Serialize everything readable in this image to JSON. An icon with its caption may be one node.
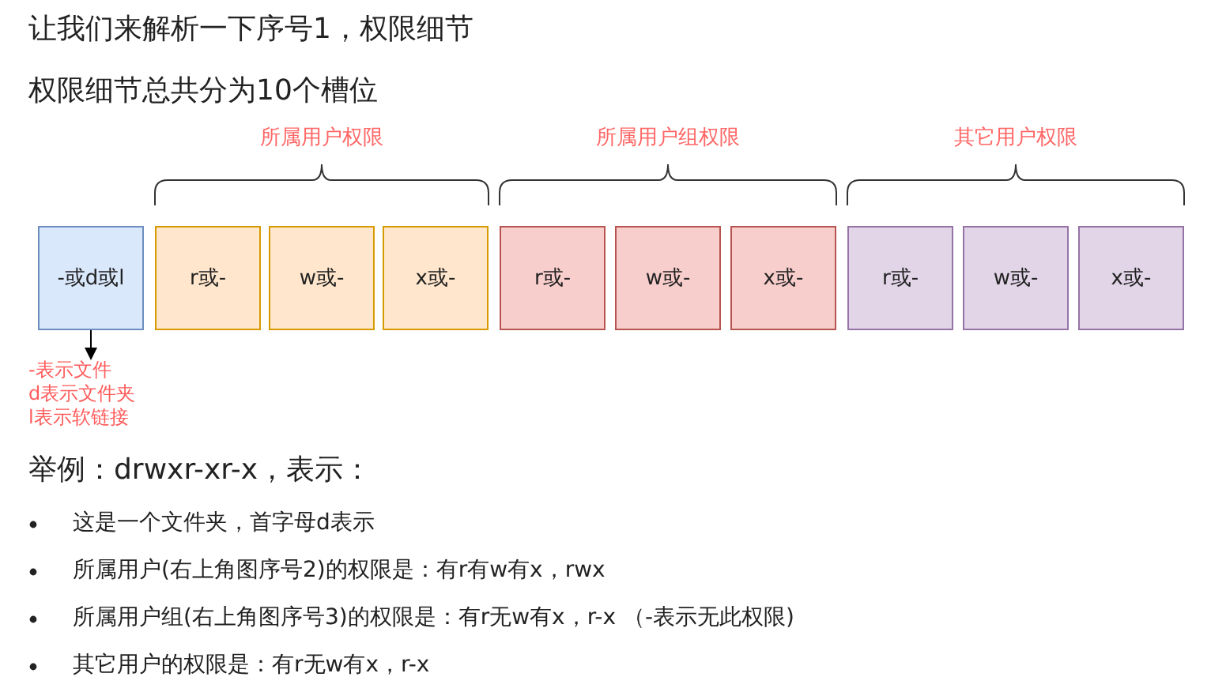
{
  "diagram": {
    "title": "让我们来解析一下序号1，权限细节",
    "nodes": [
      {
        "text": [
          "-或d或l"
        ]
      },
      {
        "text": [
          "r或-"
        ]
      },
      {
        "text": [
          "w或-"
        ]
      },
      {
        "text": [
          "x或-"
        ]
      },
      {
        "text": [
          "r或-"
        ]
      },
      {
        "text": [
          "w或-"
        ]
      },
      {
        "text": [
          "x或-"
        ]
      },
      {
        "text": [
          "r或-"
        ]
      },
      {
        "text": [
          "w或-"
        ]
      },
      {
        "text": [
          "x或-"
        ]
      },
      {
        "text": [
          "-表示文件",
          "d表示文件夹",
          "l表示软链接"
        ]
      }
    ],
    "edges": [
      {
        "from": 0,
        "to": 10,
        "arrow": "to"
      }
    ],
    "labels": [
      "权限细节总共分为10个槽位",
      "所属用户权限",
      "所属用户组权限",
      "其它用户权限",
      "举例：drwxr-xr-x，表示：",
      "这是一个文件夹，首字母d表示",
      "所属用户(右上角图序号2)的权限是：有r有w有x，rwx",
      "所属用户组(右上角图序号3)的权限是：有r无w有x，r-x （-表示无此权限)",
      "其它用户的权限是：有r无w有x，r-x"
    ]
  }
}
